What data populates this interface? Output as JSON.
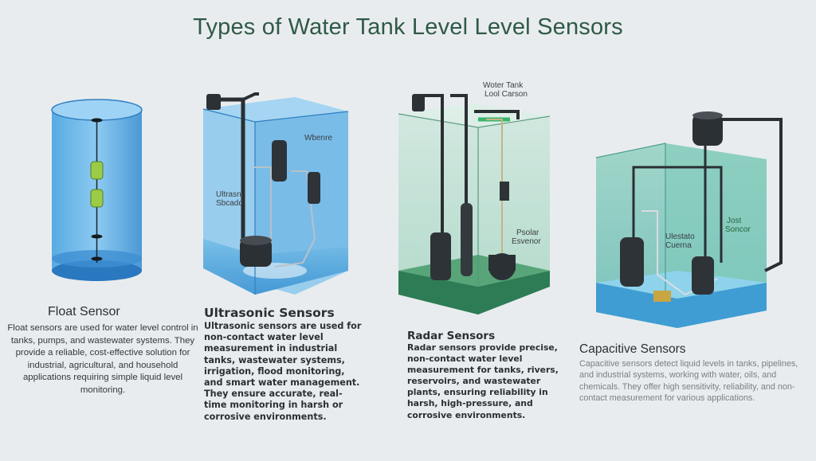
{
  "title": "Types of Water Tank Level Level Sensors",
  "float": {
    "heading": "Float Sensor",
    "description": "Float sensors are used for water level control in tanks, pumps, and wastewater systems. They provide a reliable, cost-effective solution for industrial, agricultural, and household applications requiring simple liquid level monitoring."
  },
  "ultrasonic": {
    "heading": "Ultrasonic Sensors",
    "description": "Ultrasonic sensors are used for non-contact water level measurement in industrial tanks, wastewater systems, irrigation, flood monitoring, and smart water management. They ensure accurate, real-time monitoring in harsh or corrosive environments.",
    "label_top": "Wbenre",
    "label_side_1": "Ultrasni",
    "label_side_2": "Sbcadd"
  },
  "radar": {
    "heading": "Radar Sensors",
    "description": "Radar sensors provide precise, non-contact water level measurement for tanks, rivers, reservoirs, and wastewater plants, ensuring reliability in harsh, high-pressure, and corrosive environments.",
    "label_top_1": "Woter Tank",
    "label_top_2": "Lool Carson",
    "label_mid_1": "Psolar",
    "label_mid_2": "Esvenor"
  },
  "capacitive": {
    "heading": "Capacitive Sensors",
    "description": "Capacitive sensors detect liquid levels in tanks, pipelines, and industrial systems, working with water, oils, and chemicals. They offer high sensitivity, reliability, and non-contact measurement for various applications.",
    "label_a_1": "Ulestato",
    "label_a_2": "Cuerna",
    "label_b_1": "Jost",
    "label_b_2": "Soncor"
  }
}
